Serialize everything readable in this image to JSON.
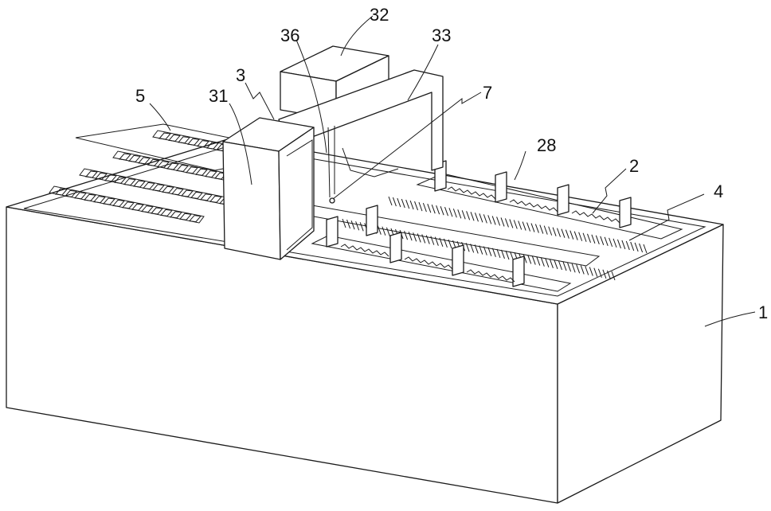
{
  "figure": {
    "background": "#ffffff",
    "line_color": "#1a1a1a",
    "labels": {
      "l1": "1",
      "l2": "2",
      "l3": "3",
      "l4": "4",
      "l5": "5",
      "l7": "7",
      "l28": "28",
      "l31": "31",
      "l32": "32",
      "l33": "33",
      "l36": "36"
    }
  }
}
